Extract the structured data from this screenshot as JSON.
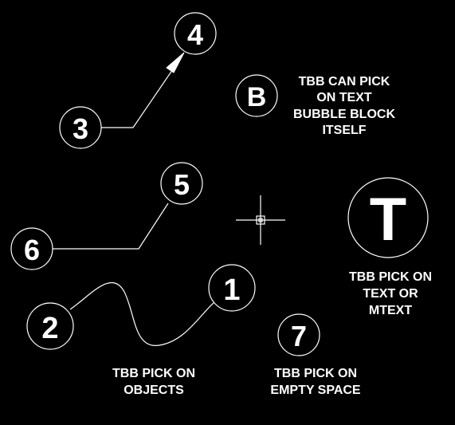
{
  "colors": {
    "background": "#000000",
    "foreground": "#ffffff"
  },
  "bubbles": {
    "b1": "1",
    "b2": "2",
    "b3": "3",
    "b4": "4",
    "b5": "5",
    "b6": "6",
    "b7": "7",
    "bB": "B",
    "bT": "T"
  },
  "notes": {
    "text_bubble": [
      "TBB CAN PICK",
      "ON TEXT",
      "BUBBLE BLOCK",
      "ITSELF"
    ],
    "text_mtext": [
      "TBB PICK ON",
      "TEXT OR",
      "MTEXT"
    ],
    "objects": [
      "TBB PICK ON",
      "OBJECTS"
    ],
    "empty_space": [
      "TBB PICK ON",
      "EMPTY SPACE"
    ]
  },
  "icons": {
    "cursor": "crosshair-cursor-icon",
    "leader_arrow": "arrowhead-icon"
  }
}
